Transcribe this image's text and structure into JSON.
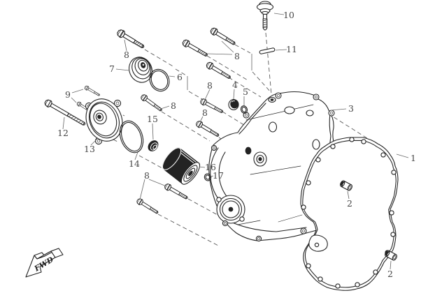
{
  "diagram": {
    "kind": "exploded-parts-diagram",
    "background": "#ffffff",
    "ink": "#232323",
    "dash_color": "#5a5a5a",
    "label_color": "#474747",
    "fwd_label": "FWD",
    "callouts": {
      "n1": "1",
      "n2a": "2",
      "n2b": "2",
      "n3": "3",
      "n4": "4",
      "n5": "5",
      "n6": "6",
      "n7": "7",
      "n8a": "8",
      "n8b": "8",
      "n8c": "8",
      "n8d": "8",
      "n8e": "8",
      "n8f": "8",
      "n9": "9",
      "n10": "10",
      "n11": "11",
      "n12": "12",
      "n13": "13",
      "n14": "14",
      "n15": "15",
      "n16": "16",
      "n17": "17"
    }
  }
}
